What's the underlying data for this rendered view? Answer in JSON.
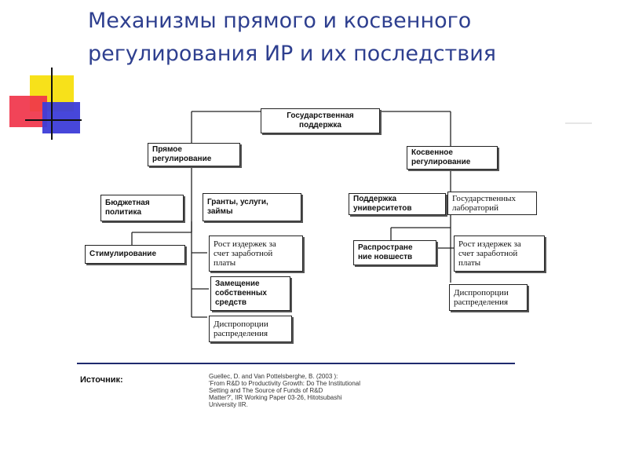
{
  "title": "Механизмы прямого и косвенного регулирования ИР и их последствия",
  "diagram": {
    "root": "Государственная\nподдержка",
    "direct": "Прямое\nрегулирование",
    "indirect": "Косвенное\nрегулирование",
    "budget": "Бюджетная\nполитика",
    "grants": "Гранты, услуги,\nзаймы",
    "stimulation": "Стимулирование",
    "costs_left": "Рост издержек за\nсчет заработной\nплаты",
    "substitution": "Замещение\nсобственных\nсредств",
    "disparity_left": "Диспропорции\nраспределения",
    "universities": "Поддержка\nуниверситетов",
    "state_labs": "Государственных\nлабораторий",
    "diffusion": "Распростране\nние новшеств",
    "costs_right": "Рост издержек за\nсчет заработной\nплаты",
    "disparity_right": "Диспропорции\nраспределения"
  },
  "source": {
    "label": "Источник:",
    "text": "Guellec, D. and Van Pottelsberghe, B. (2003  ):\n'From R&D to Productivity Growth: Do The Institutional\nSetting and The Source of Funds of R&D\nMatter?', IIR Working Paper 03-26, Hitotsubashi\nUniversity IIR."
  },
  "colors": {
    "title": "#2e3f8f",
    "deco_yellow": "#f7e11a",
    "deco_red": "#f0344a",
    "deco_blue": "#3d3dd8",
    "rule": "#1f2a6e"
  }
}
